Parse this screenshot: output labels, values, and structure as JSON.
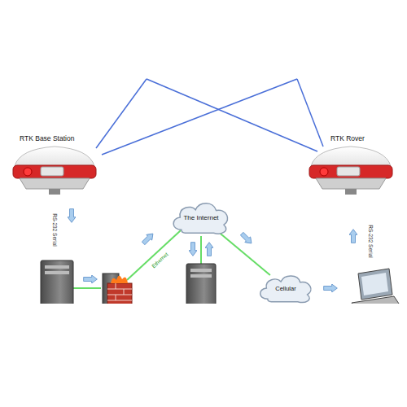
{
  "diagram": {
    "nodes": [
      {
        "text": [
          "RTK Base Station"
        ]
      },
      {
        "text": [
          "RTK Rover"
        ]
      },
      {
        "text": [
          "The Internet"
        ]
      },
      {
        "text": [
          "Cellular"
        ]
      }
    ],
    "edges": [
      {
        "from": 2,
        "to": 3,
        "arrow": "none"
      }
    ],
    "labels": [
      "RS-232 Serial",
      "RS-232 Serial",
      "Ethernet"
    ]
  }
}
